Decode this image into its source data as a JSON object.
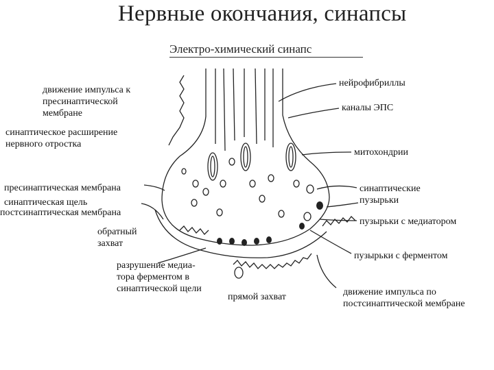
{
  "title": "Нервные окончания, синапсы",
  "subtitle": "Электро-химический синапс",
  "labels": {
    "impulse_presyn_1": "движение импульса к",
    "impulse_presyn_2": "пресинаптической",
    "impulse_presyn_3": "мембране",
    "syn_expansion_1": "синаптическое расширение",
    "syn_expansion_2": "нервного отростка",
    "presyn_membrane": "пресинаптическая мембрана",
    "syn_cleft": "синаптическая щель",
    "postsyn_membrane": "постсинаптическая мембрана",
    "reuptake_1": "обратный",
    "reuptake_2": "захват",
    "destruction_1": "разрушение медиа-",
    "destruction_2": "тора ферментом в",
    "destruction_3": "синаптической щели",
    "direct_capture": "прямой захват",
    "neurofibrils": "нейрофибриллы",
    "eps_channels": "каналы ЭПС",
    "mitochondria": "митохондрии",
    "syn_vesicles_1": "синаптические",
    "syn_vesicles_2": "пузырьки",
    "mediator_vesicles": "пузырьки с медиатором",
    "enzyme_vesicles": "пузырьки с ферментом",
    "impulse_postsyn_1": "движение импульса по",
    "impulse_postsyn_2": "постсинаптической мембране"
  }
}
